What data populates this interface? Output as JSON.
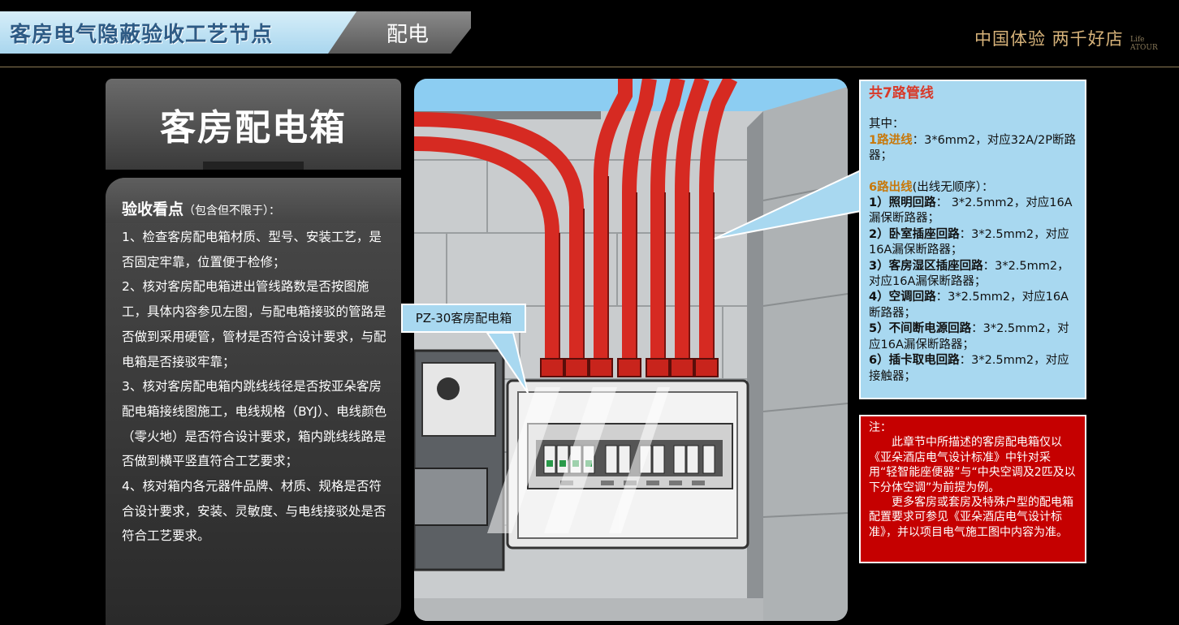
{
  "header": {
    "title": "客房电气隐蔽验收工艺节点",
    "subtitle": "配电",
    "brand": "中国体验 两千好店",
    "brand_en_1": "Life",
    "brand_en_2": "ATOUR"
  },
  "card": {
    "title": "客房配电箱"
  },
  "acceptance": {
    "heading": "验收看点",
    "heading_note": "（包含但不限于）：",
    "items": [
      "1、检查客房配电箱材质、型号、安装工艺，是否固定牢靠，位置便于检修；",
      "2、核对客房配电箱进出管线路数是否按图施工，具体内容参见左图，与配电箱接驳的管路是否做到采用硬管，管材是否符合设计要求，与配电箱是否接驳牢靠；",
      "3、核对客房配电箱内跳线线径是否按亚朵客房配电箱接线图施工，电线规格（BYJ）、电线颜色（零火地）是否符合设计要求，箱内跳线线路是否做到横平竖直符合工艺要求；",
      "4、核对箱内各元器件品牌、材质、规格是否符合设计要求，安装、灵敏度、与电线接驳处是否符合工艺要求。"
    ]
  },
  "callout_box_label": "PZ-30客房配电箱",
  "pipes": {
    "total": "共7路管线",
    "of_which": "其中：",
    "inlet_label": "1路进线",
    "inlet_desc": "：3*6mm2，对应32A/2P断路器；",
    "outlet_label": "6路出线",
    "outlet_note": "(出线无顺序）：",
    "circuits": [
      {
        "label": "1）照明回路",
        "desc": "：  3*2.5mm2，对应16A漏保断路器；"
      },
      {
        "label": "2）卧室插座回路",
        "desc": "：3*2.5mm2，对应16A漏保断路器；"
      },
      {
        "label": "3）客房湿区插座回路",
        "desc": "：3*2.5mm2，对应16A漏保断路器；"
      },
      {
        "label": "4）空调回路",
        "desc": "：3*2.5mm2，对应16A断路器；"
      },
      {
        "label": "5）不间断电源回路",
        "desc": "：3*2.5mm2，对应16A漏保断路器；"
      },
      {
        "label": "6）插卡取电回路",
        "desc": "：3*2.5mm2，对应接触器；"
      }
    ]
  },
  "note": {
    "label": "注：",
    "para1": "此章节中所描述的客房配电箱仅以《亚朵酒店电气设计标准》中针对采用“轻智能座便器”与“中央空调及2匹及以下分体空调”为前提为例。",
    "para2": "更多客房或套房及特殊户型的配电箱配置要求可参见《亚朵酒店电气设计标准》，并以项目电气施工图中内容为准。"
  },
  "colors": {
    "title_blue": "#2e5b85",
    "callout_blue": "#a8d8f0",
    "note_red": "#c50000",
    "pipe_red": "#d62a22",
    "brand_gold": "#d7b37a"
  }
}
